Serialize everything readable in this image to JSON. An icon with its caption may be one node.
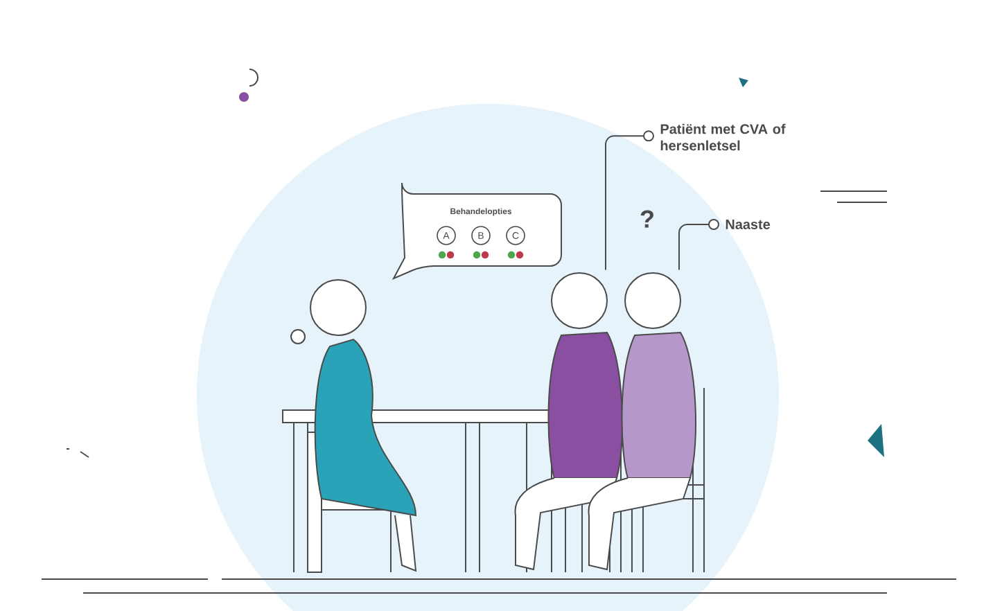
{
  "diagram": {
    "nodes": [
      {
        "text": [
          "Patiënt met CVA of hersenletsel"
        ]
      },
      {
        "text": [],
        "shape": "picture"
      },
      {
        "text": [
          "Naaste"
        ]
      },
      {
        "text": [],
        "shape": "picture"
      },
      {
        "text": [
          "Behandelopties"
        ]
      },
      {
        "text": [
          "A"
        ],
        "in": 4
      },
      {
        "text": [
          "B"
        ],
        "in": 4
      },
      {
        "text": [
          "C"
        ],
        "in": 4
      }
    ],
    "edges": [
      {
        "from": 0,
        "to": 1,
        "arrow": "other"
      },
      {
        "from": 2,
        "to": 3,
        "arrow": "other"
      }
    ],
    "labels": [
      "?"
    ]
  }
}
